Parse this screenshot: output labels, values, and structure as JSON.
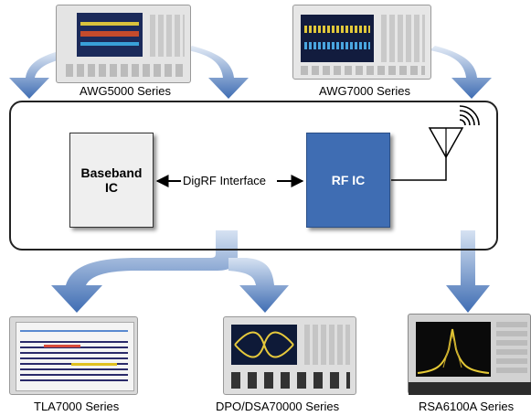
{
  "instruments": {
    "awg5000": "AWG5000 Series",
    "awg7000": "AWG7000 Series",
    "tla7000": "TLA7000 Series",
    "dpo": "DPO/DSA70000 Series",
    "rsa": "RSA6100A Series"
  },
  "dut": {
    "baseband": "Baseband IC",
    "interface": "DigRF Interface",
    "rfic": "RF IC"
  },
  "colors": {
    "rf_ic_fill": "#3f6db3",
    "baseband_fill": "#efefef",
    "arrow_light": "#c9d9ef",
    "arrow_dark": "#3f6db3"
  }
}
